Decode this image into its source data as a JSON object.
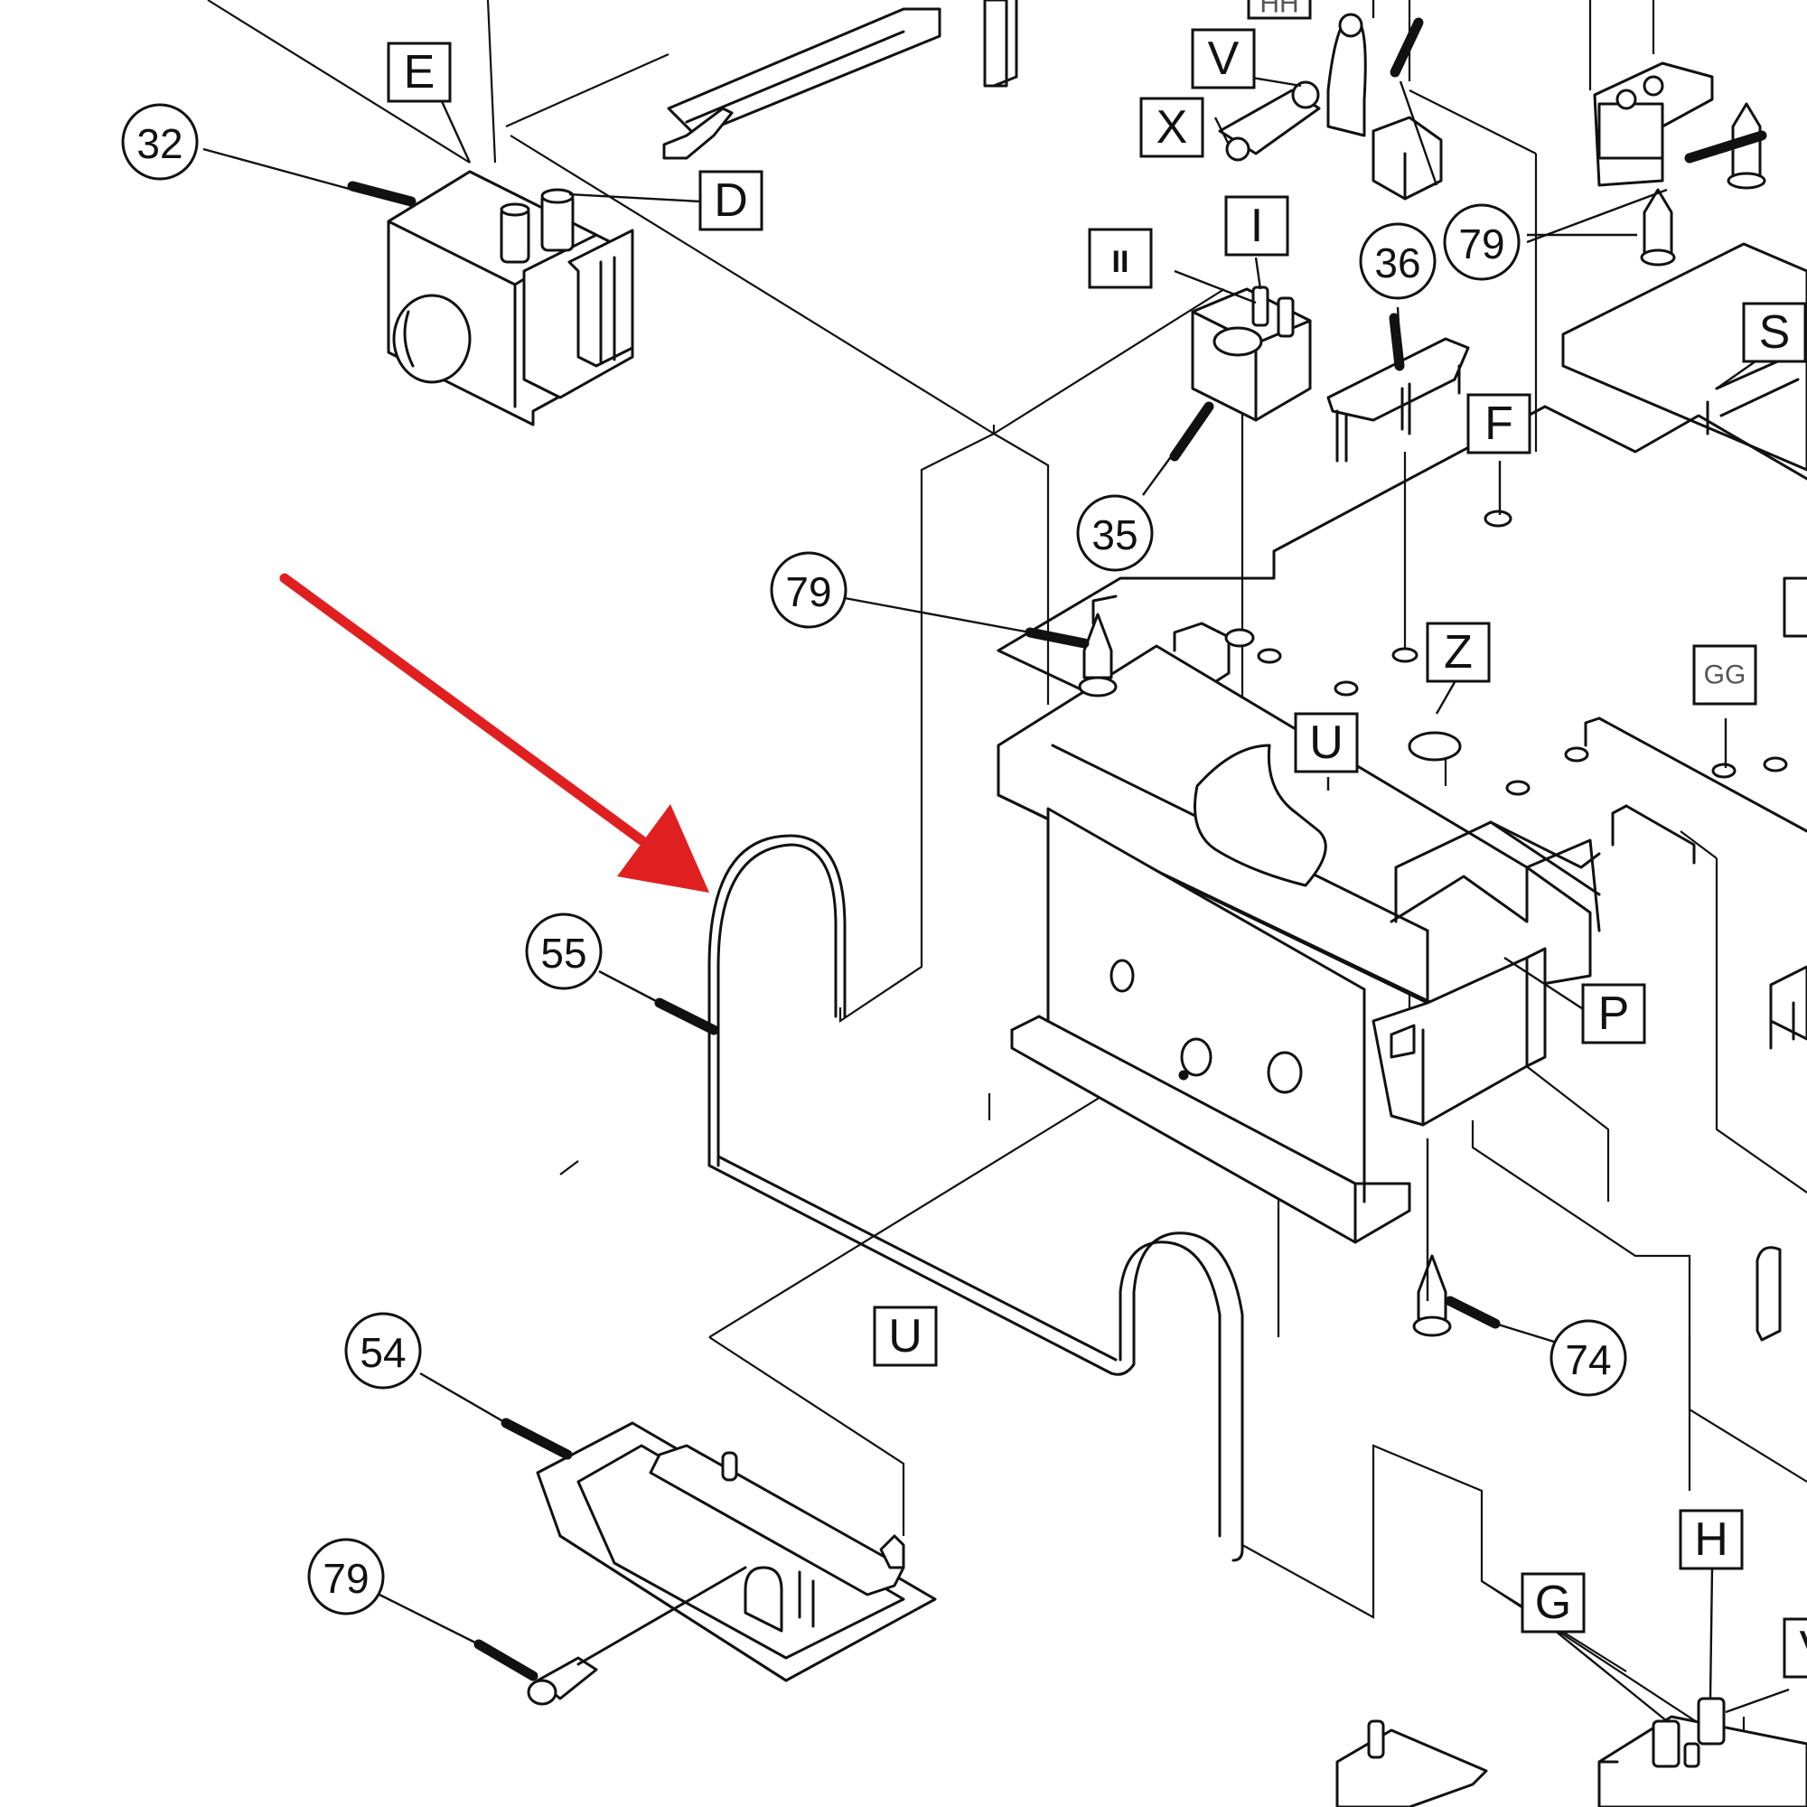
{
  "diagram": {
    "part_callouts": [
      {
        "id": "c32",
        "label": "32"
      },
      {
        "id": "c79a",
        "label": "79"
      },
      {
        "id": "c36",
        "label": "36"
      },
      {
        "id": "c35",
        "label": "35"
      },
      {
        "id": "c79b",
        "label": "79"
      },
      {
        "id": "c55",
        "label": "55"
      },
      {
        "id": "c54",
        "label": "54"
      },
      {
        "id": "c79c",
        "label": "79"
      },
      {
        "id": "c74",
        "label": "74"
      }
    ],
    "connection_letters": [
      {
        "id": "lE",
        "label": "E"
      },
      {
        "id": "lD",
        "label": "D"
      },
      {
        "id": "lV",
        "label": "V"
      },
      {
        "id": "lX",
        "label": "X"
      },
      {
        "id": "lI",
        "label": "I"
      },
      {
        "id": "lII",
        "label": "II"
      },
      {
        "id": "lS",
        "label": "S"
      },
      {
        "id": "lF",
        "label": "F"
      },
      {
        "id": "lZ",
        "label": "Z"
      },
      {
        "id": "lU1",
        "label": "U"
      },
      {
        "id": "lGG",
        "label": "GG"
      },
      {
        "id": "lP",
        "label": "P"
      },
      {
        "id": "lU2",
        "label": "U"
      },
      {
        "id": "lH",
        "label": "H"
      },
      {
        "id": "lG",
        "label": "G"
      },
      {
        "id": "lV2",
        "label": "V"
      },
      {
        "id": "lHH",
        "label": "HH"
      }
    ],
    "highlight_arrow_color": "#e02020"
  }
}
